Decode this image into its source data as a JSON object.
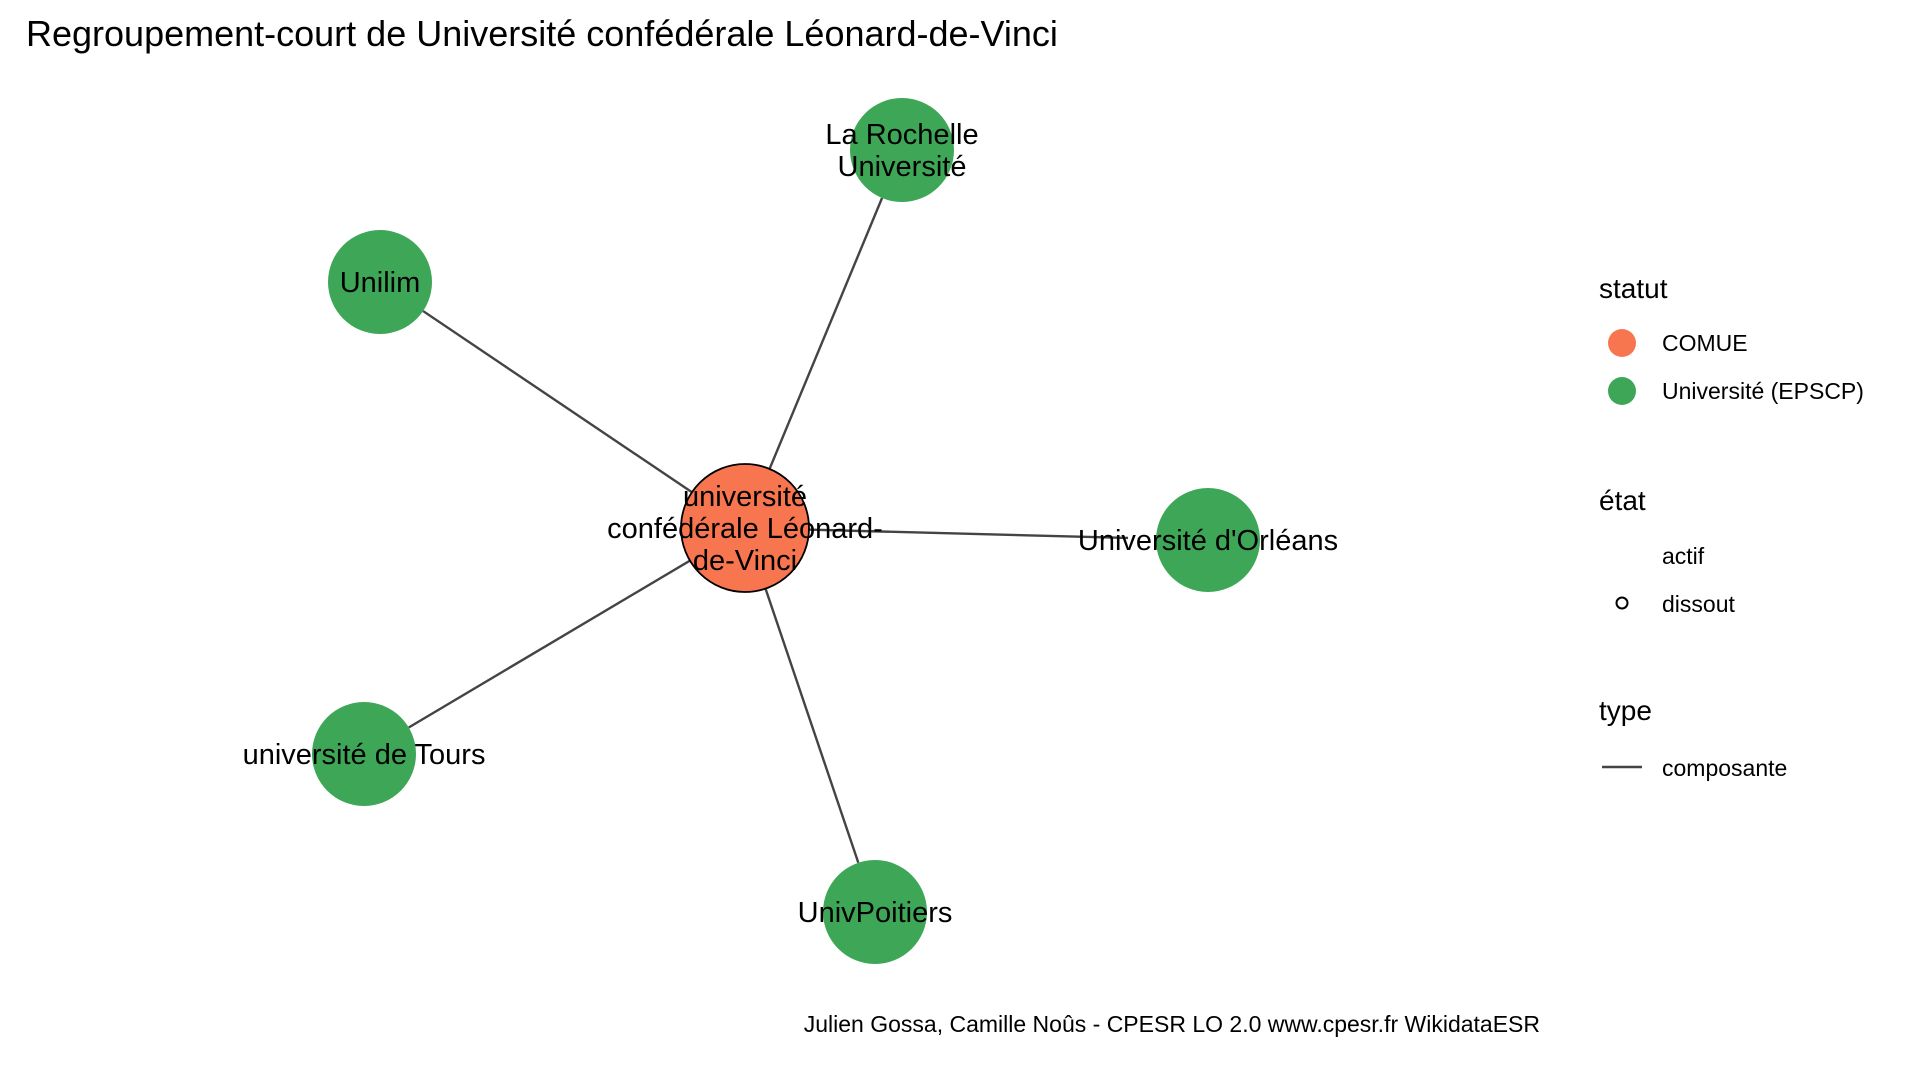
{
  "title": "Regroupement-court de Université confédérale Léonard-de-Vinci",
  "caption": "Julien Gossa, Camille Noûs - CPESR LO 2.0 www.cpesr.fr WikidataESR",
  "colors": {
    "COMUE": "#F8764F",
    "Université (EPSCP)": "#3DA757",
    "edge": "#444444"
  },
  "legend": {
    "statut": {
      "title": "statut",
      "items": [
        "COMUE",
        "Université (EPSCP)"
      ]
    },
    "etat": {
      "title": "état",
      "items": [
        "actif",
        "dissout"
      ]
    },
    "type": {
      "title": "type",
      "items": [
        "composante"
      ]
    }
  },
  "nodes": [
    {
      "id": "center",
      "label": [
        "université",
        "confédérale Léonard-",
        "de-Vinci"
      ],
      "statut": "COMUE",
      "etat": "dissout"
    },
    {
      "id": "larochelle",
      "label": [
        "La Rochelle",
        "Université"
      ],
      "statut": "Université (EPSCP)",
      "etat": "actif"
    },
    {
      "id": "unilim",
      "label": [
        "Unilim"
      ],
      "statut": "Université (EPSCP)",
      "etat": "actif"
    },
    {
      "id": "orleans",
      "label": [
        "Université d'Orléans"
      ],
      "statut": "Université (EPSCP)",
      "etat": "actif"
    },
    {
      "id": "tours",
      "label": [
        "université de Tours"
      ],
      "statut": "Université (EPSCP)",
      "etat": "actif"
    },
    {
      "id": "poitiers",
      "label": [
        "UnivPoitiers"
      ],
      "statut": "Université (EPSCP)",
      "etat": "actif"
    }
  ],
  "edges": [
    {
      "source": "center",
      "target": "larochelle",
      "type": "composante"
    },
    {
      "source": "center",
      "target": "unilim",
      "type": "composante"
    },
    {
      "source": "center",
      "target": "orleans",
      "type": "composante"
    },
    {
      "source": "center",
      "target": "tours",
      "type": "composante"
    },
    {
      "source": "center",
      "target": "poitiers",
      "type": "composante"
    }
  ]
}
